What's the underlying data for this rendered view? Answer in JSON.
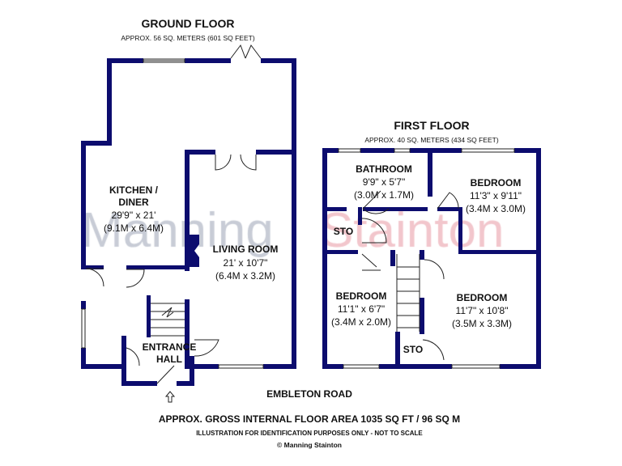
{
  "colors": {
    "wall": "#0c0c6e",
    "watermark_left": "#c8ccd6",
    "watermark_right": "#f2c6cc"
  },
  "watermark": {
    "left": "Manning",
    "right": "Stainton"
  },
  "ground_floor": {
    "title": "GROUND FLOOR",
    "area": "APPROX. 56 SQ. METERS (601 SQ FEET)",
    "rooms": [
      {
        "name1": "KITCHEN /",
        "name2": "DINER",
        "imperial": "29'9\" x 21'",
        "metric": "(9.1M x 6.4M)"
      },
      {
        "name1": "LIVING ROOM",
        "imperial": "21' x 10'7\"",
        "metric": "(6.4M x 3.2M)"
      },
      {
        "name1": "ENTRANCE",
        "name2": "HALL"
      }
    ]
  },
  "first_floor": {
    "title": "FIRST FLOOR",
    "area": "APPROX. 40 SQ. METERS (434 SQ FEET)",
    "rooms": [
      {
        "name1": "BATHROOM",
        "imperial": "9'9\" x 5'7\"",
        "metric": "(3.0M x 1.7M)"
      },
      {
        "name1": "BEDROOM",
        "imperial": "11'3\" x 9'11\"",
        "metric": "(3.4M x 3.0M)"
      },
      {
        "name1": "STO"
      },
      {
        "name1": "BEDROOM",
        "imperial": "11'1\" x 6'7\"",
        "metric": "(3.4M x 2.0M)"
      },
      {
        "name1": "BEDROOM",
        "imperial": "11'7\" x 10'8\"",
        "metric": "(3.5M x 3.3M)"
      },
      {
        "name1": "STO"
      }
    ]
  },
  "road": "EMBLETON ROAD",
  "footer": {
    "gross_area": "APPROX. GROSS INTERNAL FLOOR AREA 1035 SQ FT / 96 SQ M",
    "disclaimer": "ILLUSTRATION FOR IDENTIFICATION PURPOSES ONLY - NOT TO SCALE",
    "copyright": "© Manning Stainton"
  }
}
